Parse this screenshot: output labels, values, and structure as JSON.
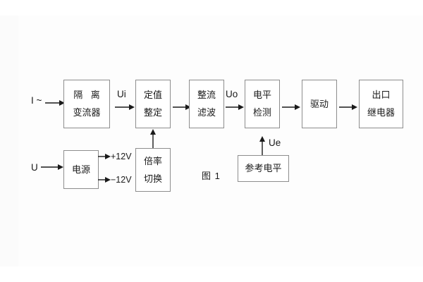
{
  "figure": {
    "caption": "图 1",
    "input_current_label": "I ~",
    "input_voltage_label": "U"
  },
  "blocks": {
    "isolation_ct": {
      "line1": "隔 离",
      "line2": "变流器"
    },
    "setting": {
      "line1": "定值",
      "line2": "整定"
    },
    "rectify_filter": {
      "line1": "整流",
      "line2": "滤波"
    },
    "level_detect": {
      "line1": "电平",
      "line2": "检测"
    },
    "driver": {
      "line1": "驱动"
    },
    "output_relay": {
      "line1": "出口",
      "line2": "继电器"
    },
    "power_supply": {
      "line1": "电源"
    },
    "ratio_switch": {
      "line1": "倍率",
      "line2": "切换"
    },
    "reference_level": {
      "line1": "参考电平"
    }
  },
  "signals": {
    "ui": "Ui",
    "uo": "Uo",
    "ue": "Ue",
    "rail_positive": "+12V",
    "rail_negative": "−12V"
  },
  "colors": {
    "box_border": "#8d8d8d",
    "text": "#1a1a1a",
    "arrow": "#1a1a1a",
    "background": "#ffffff"
  }
}
